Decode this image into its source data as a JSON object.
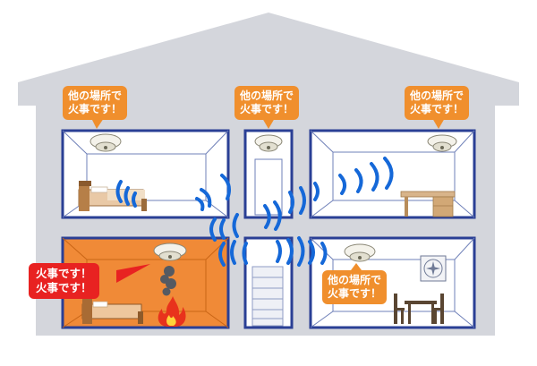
{
  "callouts": {
    "top_left": {
      "line1": "他の場所で",
      "line2": "火事です！"
    },
    "top_middle": {
      "line1": "他の場所で",
      "line2": "火事です！"
    },
    "top_right": {
      "line1": "他の場所で",
      "line2": "火事です！"
    },
    "fire_room": {
      "line1": "火事です！",
      "line2": "火事です！"
    },
    "bottom_right": {
      "line1": "他の場所で",
      "line2": "火事です！"
    }
  },
  "colors": {
    "house_wall": "#d4d6dc",
    "room_frame": "#2a3f95",
    "room_bg": "#ffffff",
    "fire_room_bg": "#f08a37",
    "wave": "#1568d8",
    "callout_orange": "#f08f2d",
    "callout_red": "#e82221"
  },
  "icons": {
    "alarm": "smoke-alarm-icon",
    "bed": "bed-icon",
    "desk": "desk-icon",
    "fire": "fire-icon",
    "smoke": "smoke-icon",
    "fan": "ventilation-fan-icon",
    "dining": "dining-set-icon",
    "stairs": "stairs-icon"
  }
}
